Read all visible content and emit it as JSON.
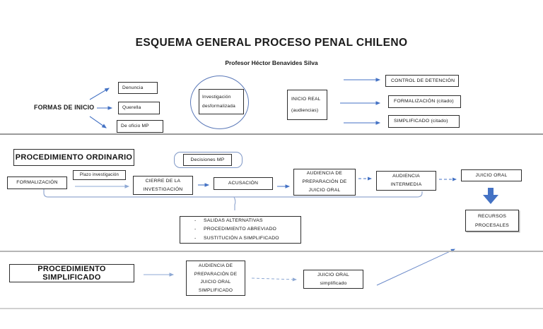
{
  "title": "ESQUEMA GENERAL PROCESO PENAL CHILENO",
  "subtitle": "Profesor Héctor Benavides Silva",
  "inicio": {
    "label": "FORMAS DE INICIO",
    "forms": [
      "Denuncia",
      "Querella",
      "De oficio MP"
    ],
    "investigacion": "Investigación\ndesformalizada",
    "inicio_real": "INICIO REAL\n(audiencias)",
    "resultados": [
      "CONTROL DE DETENCIÓN",
      "FORMALIZACIÓN (citado)",
      "SIMPLIFICADO (citado)"
    ]
  },
  "ordinario": {
    "titulo": "PROCEDIMIENTO ORDINARIO",
    "decisiones_mp": "Decisiones MP",
    "plazo": "Plazo investigación",
    "pasos": [
      "FORMALIZACIÓN",
      "CIERRE DE LA\nINVESTIGACIÓN",
      "ACUSACIÓN",
      "AUDIENCIA DE\nPREPARACIÓN DE\nJUICIO ORAL",
      "AUDIENCIA\nINTERMEDIA",
      "JUICIO ORAL"
    ],
    "alternativas": [
      "SALIDAS ALTERNATIVAS",
      "PROCEDIMIENTO ABREVIADO",
      "SUSTITUCIÓN A SIMPLIFICADO"
    ],
    "recursos": "RECURSOS\nPROCESALES"
  },
  "simplificado": {
    "titulo": "PROCEDIMIENTO SIMPLIFICADO",
    "pasos": [
      "AUDIENCIA DE\nPREPARACIÓN DE\nJUICIO ORAL\nSIMPLIFICADO",
      "JUICIO ORAL\nsimplificado"
    ]
  },
  "colors": {
    "arrow_blue": "#4472c4",
    "arrow_light": "#8ea9d4",
    "box_border": "#2d2d2d",
    "divider_dark": "#9a9a9a",
    "divider_mid": "#b5b5b5",
    "divider_light": "#d0d0d0"
  }
}
